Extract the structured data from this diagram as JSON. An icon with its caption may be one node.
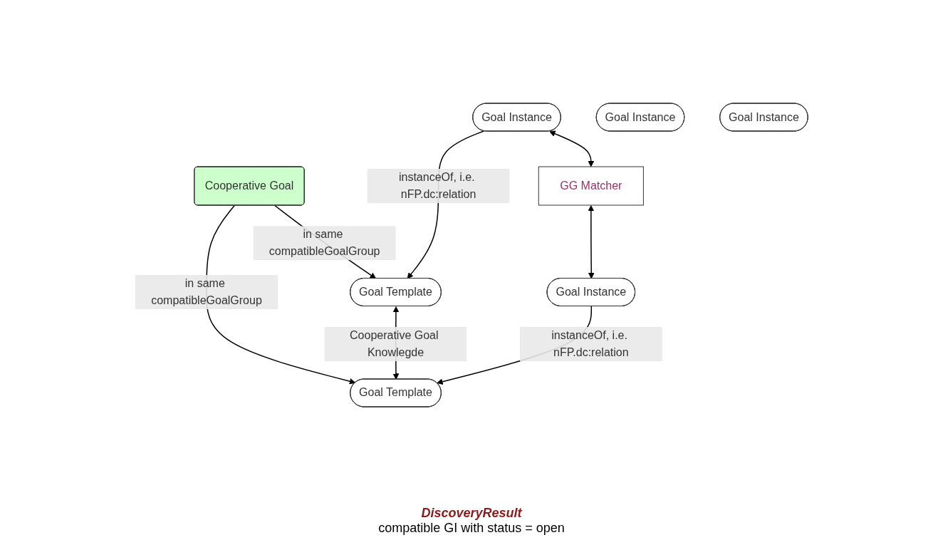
{
  "diagram": {
    "nodes": [
      {
        "text": [
          "Cooperative Goal"
        ]
      },
      {
        "text": [
          "Goal Template"
        ]
      },
      {
        "text": [
          "Goal Template"
        ]
      },
      {
        "text": [
          "Goal Instance"
        ]
      },
      {
        "text": [
          "GG Matcher"
        ]
      },
      {
        "text": [
          "Goal Instance"
        ]
      },
      {
        "text": [
          "Goal Instance"
        ]
      },
      {
        "text": [
          "Goal Instance"
        ]
      }
    ],
    "edges": [
      {
        "from": 0,
        "to": 1,
        "arrow": "to",
        "label": "in same compatibleGoalGroup"
      },
      {
        "from": 0,
        "to": 2,
        "arrow": "to",
        "label": "in same compatibleGoalGroup"
      },
      {
        "from": 1,
        "to": 2,
        "arrow": "both",
        "label": "Cooperative Goal Knowlegde"
      },
      {
        "from": 3,
        "to": 1,
        "arrow": "to",
        "label": "instanceOf, i.e. nFP.dc:relation"
      },
      {
        "from": 5,
        "to": 2,
        "arrow": "to",
        "label": "instanceOf, i.e. nFP.dc:relation"
      },
      {
        "from": 3,
        "to": 4,
        "arrow": "both"
      },
      {
        "from": 4,
        "to": 5,
        "arrow": "both"
      }
    ],
    "labels": [
      "DiscoveryResult",
      "compatible GI with status = open"
    ]
  }
}
